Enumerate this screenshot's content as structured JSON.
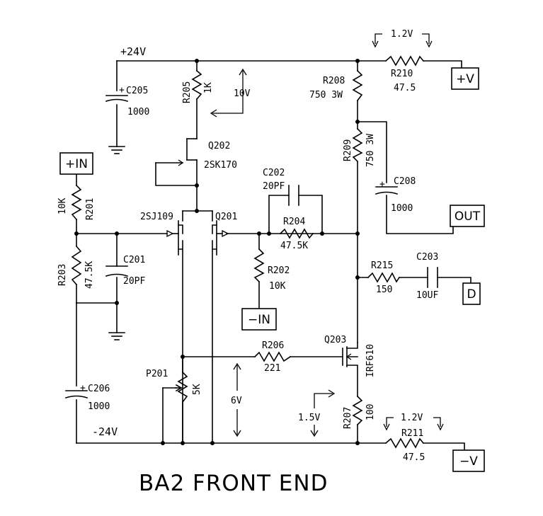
{
  "title": "BA2 FRONT END",
  "rails": {
    "positive": "+24V",
    "negative": "-24V"
  },
  "ports": {
    "plus_in": "+IN",
    "minus_in": "−IN",
    "plus_v": "+V",
    "minus_v": "−V",
    "out": "OUT",
    "d": "D"
  },
  "components": {
    "C205": {
      "ref": "C205",
      "value": "1000"
    },
    "R205": {
      "ref": "R205",
      "value": "1K"
    },
    "Q202": {
      "ref": "Q202",
      "part": "2SK170"
    },
    "Q201": {
      "ref": "Q201",
      "part": "2SJ109"
    },
    "R201": {
      "ref": "R201",
      "value": "10K"
    },
    "R203": {
      "ref": "R203",
      "value": "47.5K"
    },
    "C201": {
      "ref": "C201",
      "value": "20PF"
    },
    "C202": {
      "ref": "C202",
      "value": "20PF"
    },
    "R204": {
      "ref": "R204",
      "value": "47.5K"
    },
    "R202": {
      "ref": "R202",
      "value": "10K"
    },
    "R208": {
      "ref": "R208",
      "value": "750 3W"
    },
    "R209": {
      "ref": "R209",
      "value": "750 3W"
    },
    "R210": {
      "ref": "R210",
      "value": "47.5"
    },
    "C208": {
      "ref": "C208",
      "value": "1000"
    },
    "R215": {
      "ref": "R215",
      "value": "150"
    },
    "C203": {
      "ref": "C203",
      "value": "10UF"
    },
    "R206": {
      "ref": "R206",
      "value": "221"
    },
    "Q203": {
      "ref": "Q203",
      "part": "IRF610"
    },
    "P201": {
      "ref": "P201",
      "value": "5K"
    },
    "C206": {
      "ref": "C206",
      "value": "1000"
    },
    "R207": {
      "ref": "R207",
      "value": "100"
    },
    "R211": {
      "ref": "R211",
      "value": "47.5"
    }
  },
  "voltage_annotations": {
    "r205_drop": "10V",
    "r210_drop": "1.2V",
    "r211_drop": "1.2V",
    "p201_drop": "6V",
    "r207_drop": "1.5V"
  },
  "polarity": {
    "plus": "+"
  }
}
